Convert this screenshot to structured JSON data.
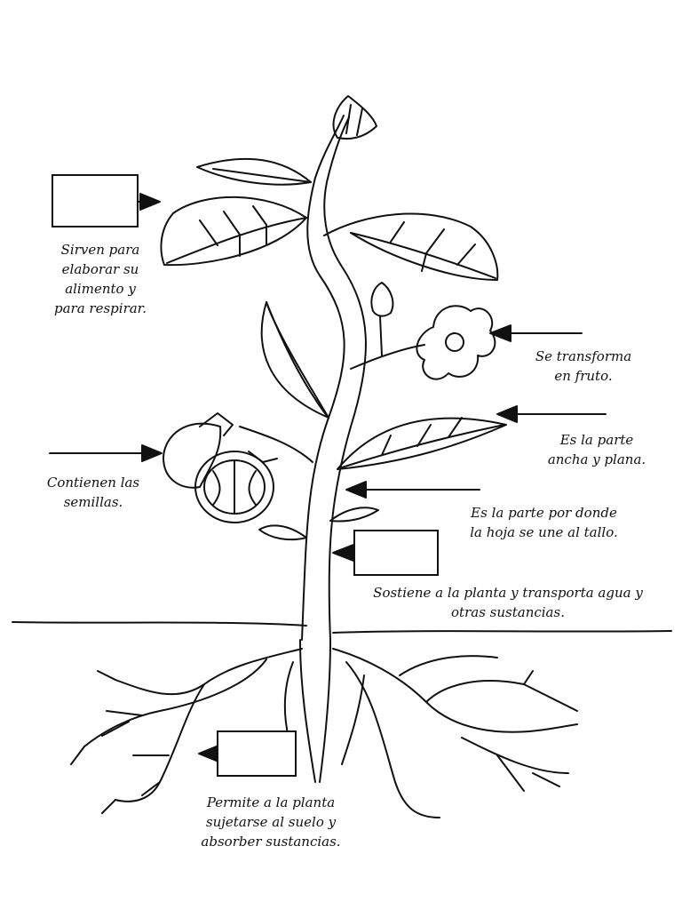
{
  "labels": {
    "leaves": "Sirven para\nelaborar su\nalimento y\npara respirar.",
    "flower": "Se transforma\nen fruto.",
    "blade": "Es la parte\nancha y plana.",
    "fruits": "Contienen las\nsemillas.",
    "petiole": "Es la parte por donde\nla hoja se une al tallo.",
    "stem": "Sostiene a la planta y transporta agua y\notras sustancias.",
    "roots": "Permite a la planta\nsujetarse al suelo y\nabsorber sustancias."
  },
  "answer_boxes": [
    "leaves-answer-box",
    "stem-answer-box",
    "roots-answer-box"
  ],
  "colors": {
    "ink": "#111111",
    "paper": "#ffffff"
  }
}
